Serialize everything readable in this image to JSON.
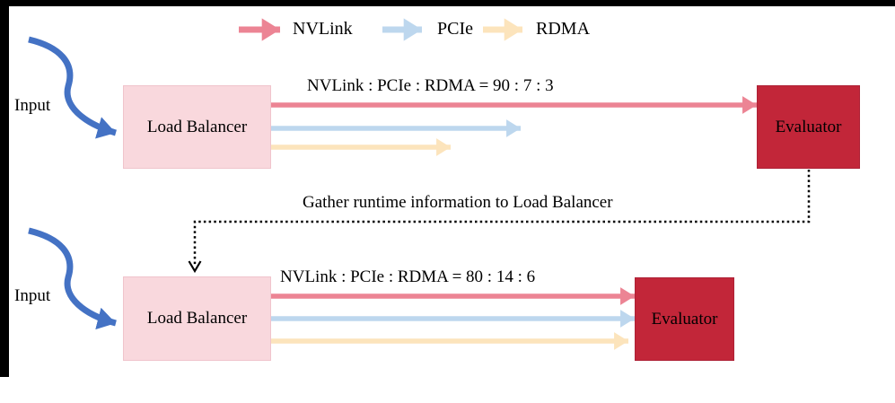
{
  "colors": {
    "frame": "#000000",
    "nvlink": "#ec8494",
    "pcie": "#bdd7ee",
    "rdma": "#fce4bc",
    "input": "#4472c4",
    "lb_fill": "#f9d8dd",
    "lb_border": "#f0c4cc",
    "eval_fill": "#c22639",
    "eval_border": "#ae2136",
    "dotted": "#000000"
  },
  "legend": {
    "nvlink": "NVLink",
    "pcie": "PCIe",
    "rdma": "RDMA"
  },
  "top_flow": {
    "input": "Input",
    "load_balancer": "Load Balancer",
    "evaluator": "Evaluator",
    "ratio": "NVLink : PCIe : RDMA = 90 : 7 : 3"
  },
  "feedback": {
    "label": "Gather runtime information to Load Balancer"
  },
  "bottom_flow": {
    "input": "Input",
    "load_balancer": "Load Balancer",
    "evaluator": "Evaluator",
    "ratio": "NVLink : PCIe : RDMA = 80 : 14 : 6"
  }
}
